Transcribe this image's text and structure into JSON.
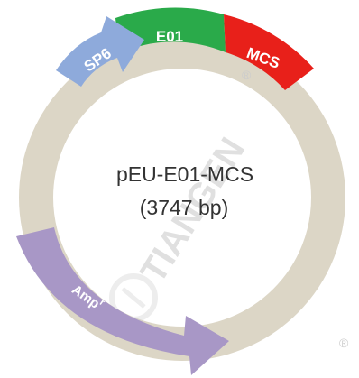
{
  "plasmid": {
    "name": "pEU-E01-MCS",
    "size": "(3747 bp)"
  },
  "features": {
    "sp6": {
      "label": "SP6",
      "color": "#8eaadb"
    },
    "e01": {
      "label": "E01",
      "color": "#2aaa4a"
    },
    "mcs": {
      "label": "MCS",
      "color": "#e8201a"
    },
    "ampr": {
      "label": "Amp",
      "superscript": "r",
      "color": "#a897c6"
    }
  },
  "backbone_color": "#dcd6c6",
  "watermark": {
    "text": "TIANGEN",
    "registered": "®"
  }
}
